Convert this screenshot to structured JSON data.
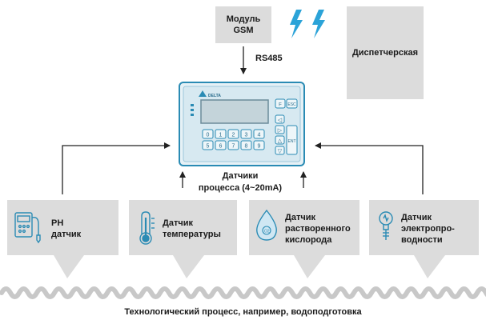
{
  "gsm_module": {
    "label": "Модуль\nGSM"
  },
  "rs485_label": "RS485",
  "dispatch_room": {
    "label": "Диспетчерская"
  },
  "controller": {
    "brand": "DELTA",
    "function_keys": [
      "F",
      "ESC"
    ],
    "nav_keys": [
      "◁",
      "▷",
      "△",
      "▽"
    ],
    "enter_key": "ENT",
    "keypad_row1": [
      "0",
      "1",
      "2",
      "3",
      "4"
    ],
    "keypad_row2": [
      "5",
      "6",
      "7",
      "8",
      "9"
    ]
  },
  "process_sensors_label": "Датчики\nпроцесса (4~20mA)",
  "sensors": [
    {
      "label": "PH\nдатчик",
      "icon": "ph-meter-icon"
    },
    {
      "label": "Датчик\nтемпературы",
      "icon": "thermometer-icon"
    },
    {
      "label": "Датчик\nрастворенного\nкислорода",
      "icon": "oxygen-drop-icon"
    },
    {
      "label": "Датчик\nэлектропро-\nводности",
      "icon": "conductivity-bulb-icon"
    }
  ],
  "footer_label": "Технологический процесс, например, водоподготовка",
  "colors": {
    "box_gray": "#dcdcdc",
    "panel_blue": "#cde4ee",
    "panel_border": "#2a8bb4",
    "lightning": "#2ba3d8",
    "icon_blue": "#2a8bb4",
    "arrow": "#222222",
    "wave": "#c8c8c8"
  }
}
